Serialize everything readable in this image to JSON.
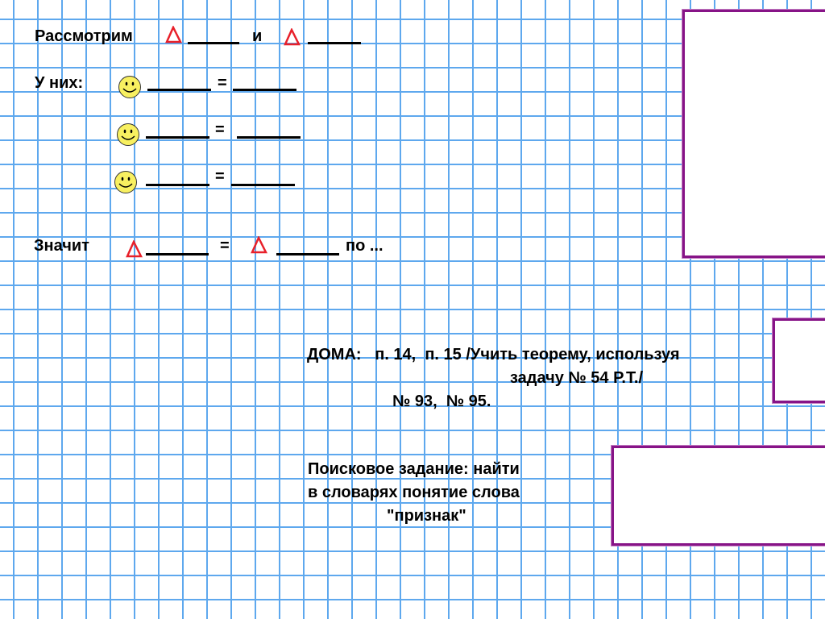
{
  "line1": {
    "label": "Рассмотрим",
    "conj": "и"
  },
  "line2": {
    "label": "У них:"
  },
  "equals": "=",
  "conclusion": {
    "label": "Значит",
    "suffix": "по ..."
  },
  "homework": {
    "line1": "ДОМА:   п. 14,  п. 15 /Учить теорему, используя",
    "line2": "задачу № 54 Р.Т./",
    "line3": "№ 93,  № 95."
  },
  "search_task": {
    "line1": "Поисковое задание: найти",
    "line2": "в словарях понятие слова",
    "line3": "\"признак\""
  },
  "icons": {
    "triangle": "triangle-icon",
    "smiley": "smiley-icon"
  },
  "colors": {
    "grid": "#5ea8ee",
    "triangle": "#e8202a",
    "box_border": "#871487",
    "smiley": "#f8f060"
  }
}
